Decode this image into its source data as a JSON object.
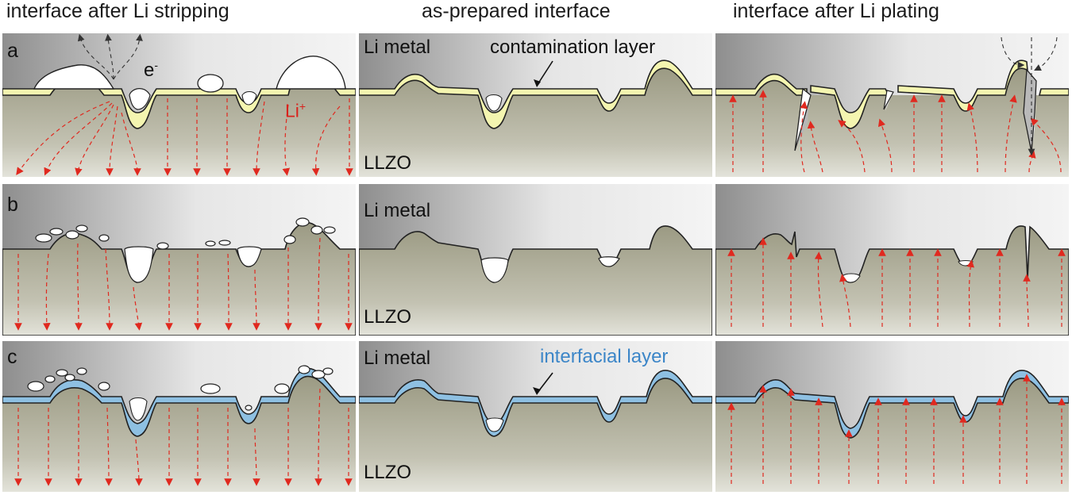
{
  "titles": {
    "left": "interface after Li stripping",
    "middle": "as-prepared interface",
    "right": "interface after Li plating"
  },
  "rows": [
    {
      "letter": "a",
      "layer_label": "contamination layer",
      "layer_color": "#f4f5b0"
    },
    {
      "letter": "b",
      "layer_label": "",
      "layer_color": ""
    },
    {
      "letter": "c",
      "layer_label": "interfacial layer",
      "layer_color": "#8ec0e2"
    }
  ],
  "labels": {
    "li_metal": "Li metal",
    "llzo": "LLZO",
    "li_ion": "Li",
    "li_ion_sup": "+",
    "electron": "e",
    "electron_sup": "-"
  },
  "colors": {
    "li_metal_top": "#8e8e8e",
    "li_metal_bottom": "#f1f1f1",
    "llzo_top": "#9b9a83",
    "llzo_bottom": "#dcdcd2",
    "ion_path": "#e0291f",
    "label_blue": "#3c86c8"
  }
}
